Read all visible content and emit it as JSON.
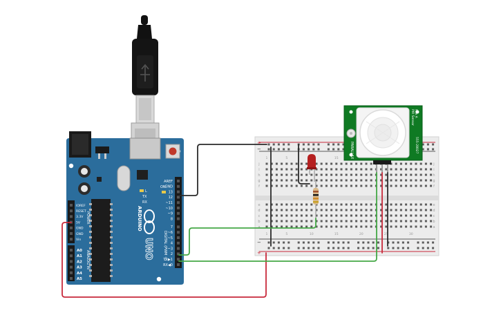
{
  "arduino": {
    "brand": "ARDUINO",
    "model": "UNO",
    "digital_header": "DIGITAL (PWM ~)",
    "power_header": "POWER",
    "analog_header": "ANALOG IN",
    "tx_label": "TX",
    "rx_label": "RX",
    "l_label": "L",
    "on_label": "ON",
    "digital_pins": [
      "AREF",
      "GND",
      "13",
      "12",
      "~11",
      "~10",
      "~9",
      "8",
      "7",
      "~6",
      "~5",
      "4",
      "~3",
      "2",
      "TX▶1",
      "RX◀0"
    ],
    "power_pins": [
      "IOREF",
      "RESET",
      "3.3V",
      "5V",
      "GND",
      "GND",
      "Vin"
    ],
    "analog_pins": [
      "A0",
      "A1",
      "A2",
      "A3",
      "A4",
      "A5"
    ]
  },
  "breadboard": {
    "row_letters_top": [
      "j",
      "i",
      "h",
      "g",
      "f"
    ],
    "row_letters_bottom": [
      "e",
      "d",
      "c",
      "b",
      "a"
    ],
    "column_numbers": [
      "1",
      "5",
      "10",
      "15",
      "20",
      "25",
      "30"
    ],
    "rail_plus": "+",
    "rail_minus": "−"
  },
  "pir": {
    "label_1": "PIR Sensor",
    "label_2": "Rev A",
    "label_3": "555-28027",
    "label_4": "PARALLAX"
  },
  "colors": {
    "board": "#2b6d9c",
    "board_dark": "#1f5277",
    "wire_black": "#2a2a2a",
    "wire_green": "#44a845",
    "wire_red": "#c8283a",
    "pcb_green": "#0f7a23",
    "led_red": "#b52020"
  }
}
